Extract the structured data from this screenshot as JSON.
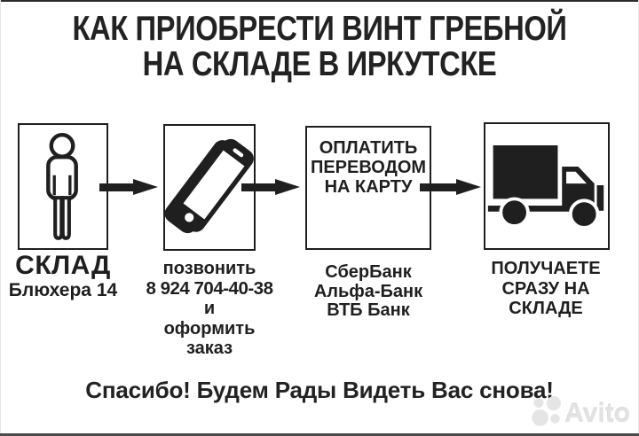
{
  "title": {
    "line1": "КАК ПРИОБРЕСТИ ВИНТ ГРЕБНОЙ",
    "line2": "НА СКЛАДЕ В ИРКУТСКЕ"
  },
  "steps": [
    {
      "id": "warehouse",
      "icon": "person-icon",
      "caption_title": "СКЛАД",
      "caption_sub": "Блюхера 14"
    },
    {
      "id": "call",
      "icon": "phone-icon",
      "lines": [
        "позвонить",
        "8 924 704-40-38",
        "и",
        "оформить",
        "заказ"
      ]
    },
    {
      "id": "payment",
      "box_lines": [
        "ОПЛАТИТЬ",
        "ПЕРЕВОДОМ",
        "НА КАРТУ"
      ],
      "banks": [
        "СберБанк",
        "Альфа-Банк",
        "ВТБ Банк"
      ]
    },
    {
      "id": "pickup",
      "icon": "truck-icon",
      "lines": [
        "ПОЛУЧАЕТЕ",
        "СРАЗУ НА",
        "СКЛАДЕ"
      ]
    }
  ],
  "footer": {
    "thanks": "Спасибо! Будем Рады Видеть Вас снова!"
  },
  "watermark": {
    "text": "Avito"
  },
  "colors": {
    "ink": "#1f1f1f",
    "background": "#ffffff",
    "watermark_gray": "#e2e2e2"
  }
}
